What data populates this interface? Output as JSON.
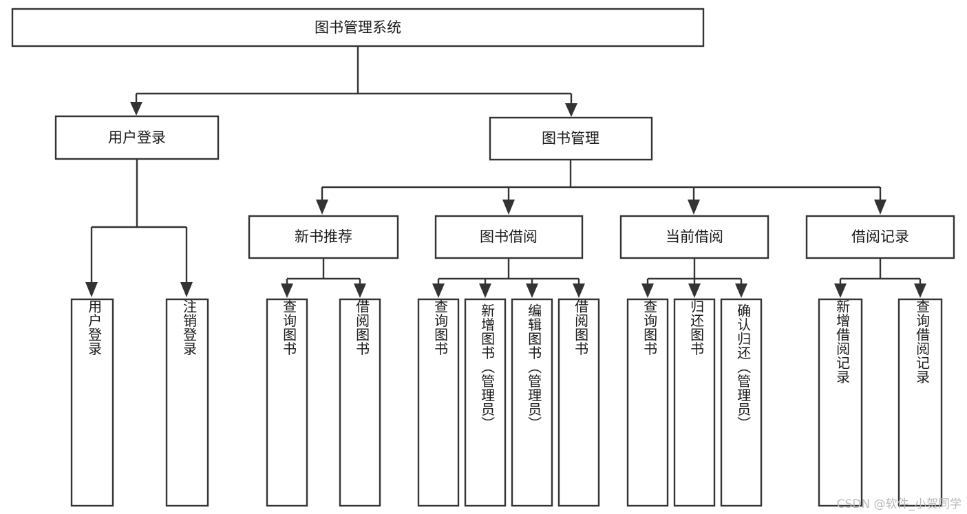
{
  "diagram": {
    "type": "tree-hierarchy-chart",
    "title": "图书管理系统",
    "root": {
      "id": "root",
      "label": "图书管理系统"
    },
    "level2": [
      {
        "id": "user-login",
        "label": "用户登录"
      },
      {
        "id": "book-management",
        "label": "图书管理"
      }
    ],
    "level3": [
      {
        "id": "new-book-recommend",
        "label": "新书推荐",
        "parent": "book-management"
      },
      {
        "id": "book-borrow",
        "label": "图书借阅",
        "parent": "book-management"
      },
      {
        "id": "current-borrow",
        "label": "当前借阅",
        "parent": "book-management"
      },
      {
        "id": "borrow-record",
        "label": "借阅记录",
        "parent": "book-management"
      }
    ],
    "leaves": [
      {
        "id": "leaf-user-login",
        "label": "用户登录",
        "parent": "user-login"
      },
      {
        "id": "leaf-logout",
        "label": "注销登录",
        "parent": "user-login"
      },
      {
        "id": "leaf-query-book-1",
        "label": "查询图书",
        "parent": "new-book-recommend"
      },
      {
        "id": "leaf-borrow-book-1",
        "label": "借阅图书",
        "parent": "new-book-recommend"
      },
      {
        "id": "leaf-query-book-2",
        "label": "查询图书",
        "parent": "book-borrow"
      },
      {
        "id": "leaf-add-book",
        "label": "新增图书（管理员）",
        "parent": "book-borrow"
      },
      {
        "id": "leaf-edit-book",
        "label": "编辑图书（管理员）",
        "parent": "book-borrow"
      },
      {
        "id": "leaf-borrow-book-2",
        "label": "借阅图书",
        "parent": "book-borrow"
      },
      {
        "id": "leaf-query-book-3",
        "label": "查询图书",
        "parent": "current-borrow"
      },
      {
        "id": "leaf-return-book",
        "label": "归还图书",
        "parent": "current-borrow"
      },
      {
        "id": "leaf-confirm-return",
        "label": "确认归还（管理员）",
        "parent": "current-borrow"
      },
      {
        "id": "leaf-add-record",
        "label": "新增借阅记录",
        "parent": "borrow-record"
      },
      {
        "id": "leaf-query-record",
        "label": "查询借阅记录",
        "parent": "borrow-record"
      }
    ],
    "colors": {
      "stroke": "#333333",
      "fill": "#ffffff",
      "text": "#1a1a1a",
      "watermark": "#b9b9b9",
      "background": "#ffffff"
    }
  },
  "watermark": {
    "text": "CSDN @软件_小贺同学"
  }
}
